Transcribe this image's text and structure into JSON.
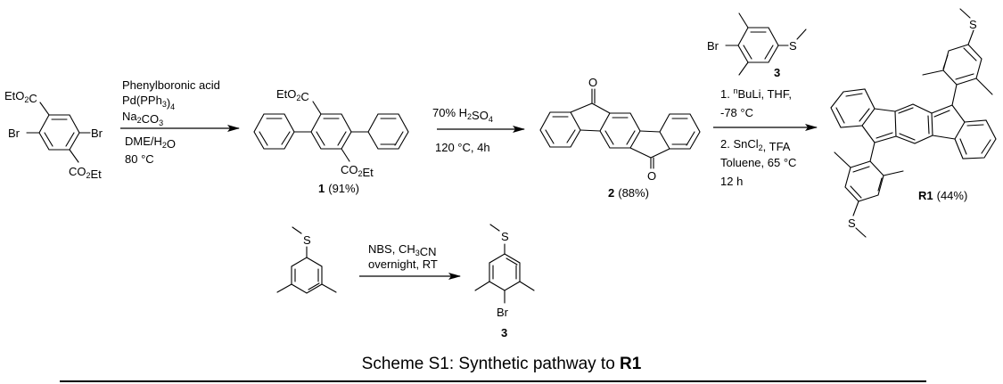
{
  "scheme": {
    "caption_prefix": "Scheme S1: Synthetic pathway to ",
    "caption_bold": "R1",
    "starting_material": {
      "sub_top": "EtO2C",
      "sub_bottom": "CO2Et",
      "halogen_left": "Br",
      "halogen_right": "Br"
    },
    "step1": {
      "reagents": [
        "Phenylboronic acid",
        "Pd(PPh3)4",
        "Na2CO3"
      ],
      "conditions": [
        "DME/H2O",
        "80 °C"
      ]
    },
    "compound1": {
      "sub_top": "EtO2C",
      "sub_bottom": "CO2Et",
      "number": "1",
      "yield": "(91%)"
    },
    "step2": {
      "reagents": [
        "70% H2SO4"
      ],
      "conditions": [
        "120 °C, 4h"
      ]
    },
    "compound2": {
      "oxygen_label": "O",
      "number": "2",
      "yield": "(88%)"
    },
    "step3": {
      "reagent_structure": {
        "halogen": "Br",
        "sulfur": "S",
        "number": "3"
      },
      "reagents": [
        "1. nBuLi, THF,",
        "-78 °C"
      ],
      "conditions": [
        "2. SnCl2, TFA",
        "Toluene, 65 °C",
        "12 h"
      ]
    },
    "product": {
      "sulfur": "S",
      "name": "R1",
      "yield": "(44%)"
    },
    "step4": {
      "start_sulfur": "S",
      "reagents": [
        "NBS, CH3CN",
        "overnight, RT"
      ],
      "product_sulfur": "S",
      "product_halogen": "Br",
      "product_number": "3"
    }
  }
}
